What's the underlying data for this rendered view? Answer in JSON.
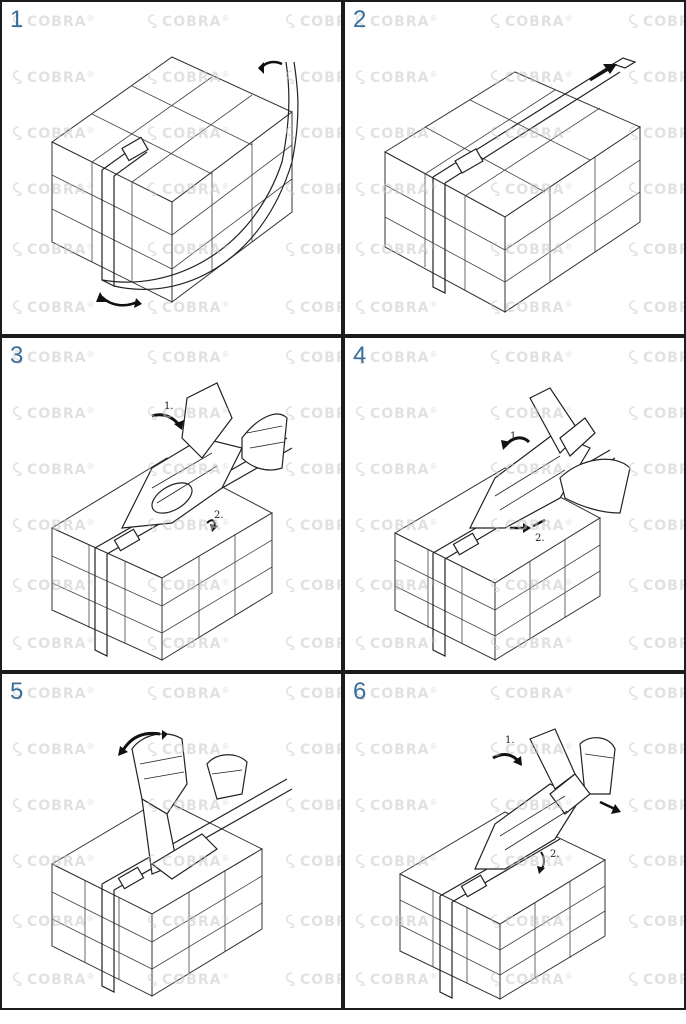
{
  "steps": [
    {
      "number": "1",
      "labels": []
    },
    {
      "number": "2",
      "labels": []
    },
    {
      "number": "3",
      "labels": [
        "1.",
        "2."
      ]
    },
    {
      "number": "4",
      "labels": [
        "1.",
        "2."
      ]
    },
    {
      "number": "5",
      "labels": []
    },
    {
      "number": "6",
      "labels": [
        "1.",
        "2."
      ]
    }
  ],
  "watermark": {
    "text": "COBRA",
    "reg": "®"
  },
  "colors": {
    "step_number": "#3b6d9a",
    "border": "#1c1c1c",
    "line": "#333333",
    "watermark": "#c9c9c9"
  }
}
